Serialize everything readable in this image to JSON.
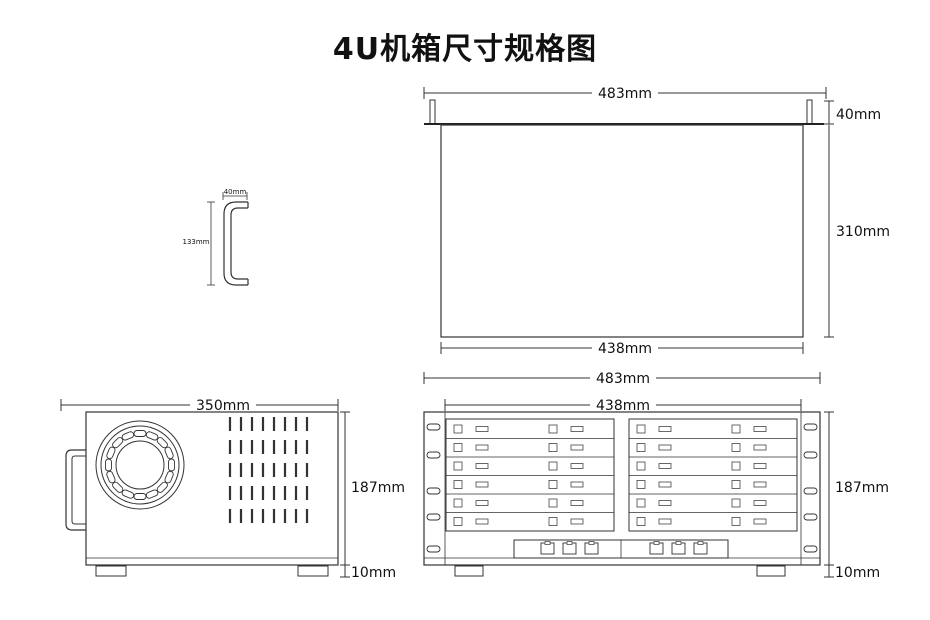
{
  "title": "4U机箱尺寸规格图",
  "labels": {
    "top_width": "483mm",
    "top_height": "40mm",
    "top_depth": "310mm",
    "top_inner_width": "438mm",
    "handle_width": "40mm",
    "handle_height": "133mm",
    "side_depth": "350mm",
    "side_height": "187mm",
    "side_foot": "10mm",
    "front_width": "483mm",
    "front_inner_width": "438mm",
    "front_height": "187mm",
    "front_foot": "10mm"
  }
}
